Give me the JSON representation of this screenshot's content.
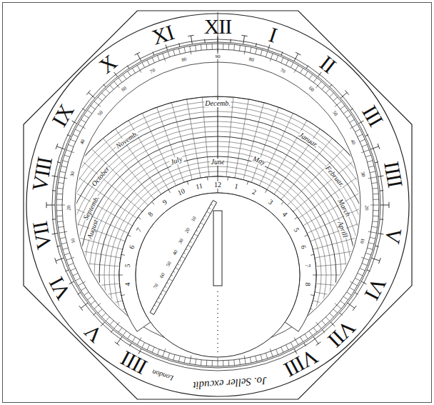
{
  "diagram": {
    "labels": [
      "XII",
      "I",
      "II",
      "III",
      "IIII",
      "V",
      "VI",
      "VII",
      "VIII",
      "IIII",
      "V",
      "VI",
      "VII",
      "VIII",
      "IX",
      "X",
      "XI",
      "90",
      "80",
      "70",
      "60",
      "50",
      "40",
      "30",
      "20",
      "10",
      "80",
      "70",
      "60",
      "50",
      "40",
      "30",
      "20",
      "10",
      "Decemb.",
      "Novemb.",
      "Januar.",
      "October",
      "Februar.",
      "Septemb.",
      "March",
      "August",
      "Aprill",
      "July",
      "May",
      "June",
      "12",
      "1",
      "2",
      "3",
      "4",
      "5",
      "6",
      "7",
      "8",
      "11",
      "10",
      "9",
      "8",
      "7",
      "6",
      "5",
      "4",
      "10",
      "20",
      "30",
      "40",
      "50",
      "60",
      "70",
      "Jo. Seller excudit",
      "London"
    ]
  }
}
